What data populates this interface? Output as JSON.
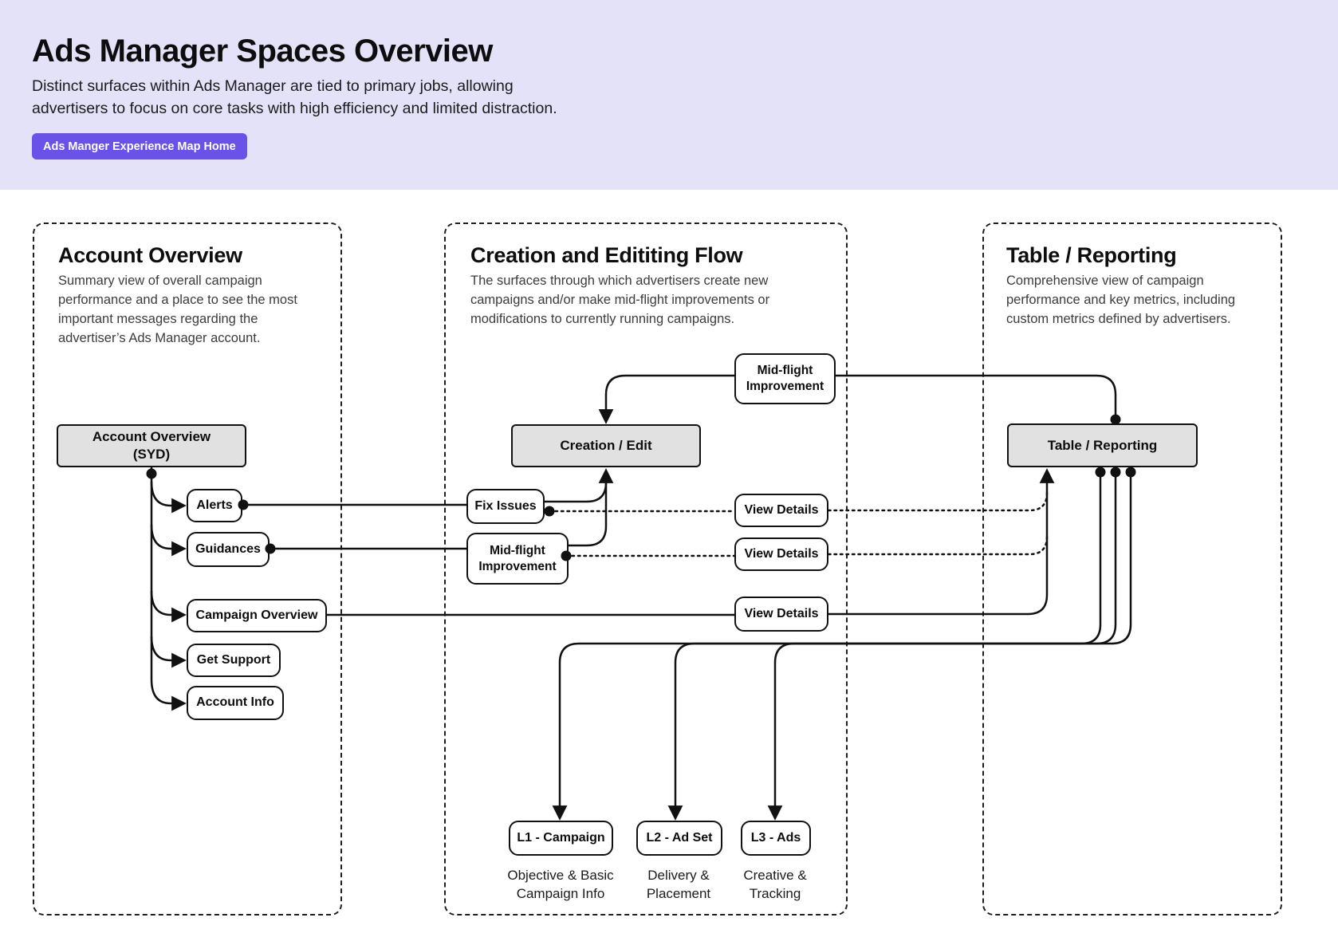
{
  "header": {
    "title": "Ads Manager Spaces Overview",
    "subtitle": "Distinct surfaces within Ads Manager are tied to primary jobs, allowing\nadvertisers to focus on core tasks with high efficiency and limited distraction.",
    "home_button": "Ads Manger Experience Map Home"
  },
  "panels": {
    "account": {
      "title": "Account Overview",
      "description": "Summary view of overall campaign\nperformance and a place to see the most\nimportant messages regarding the\nadvertiser’s Ads Manager account."
    },
    "creation": {
      "title": "Creation and Edititing Flow",
      "description": "The surfaces through which advertisers create new\ncampaigns and/or make mid-flight improvements or\nmodifications to currently running campaigns."
    },
    "reporting": {
      "title": "Table / Reporting",
      "description": "Comprehensive view of campaign\nperformance and key metrics, including\ncustom metrics defined by advertisers."
    }
  },
  "nodes": {
    "account_overview_syd": "Account Overview\n(SYD)",
    "alerts": "Alerts",
    "guidances": "Guidances",
    "campaign_overview": "Campaign Overview",
    "get_support": "Get Support",
    "account_info": "Account Info",
    "creation_edit": "Creation / Edit",
    "fix_issues": "Fix Issues",
    "mid_flight_improvement_top": "Mid-flight\nImprovement",
    "mid_flight_improvement_mid": "Mid-flight\nImprovement",
    "view_details_1": "View Details",
    "view_details_2": "View Details",
    "view_details_3": "View Details",
    "table_reporting": "Table / Reporting",
    "l1_campaign": "L1 - Campaign",
    "l2_ad_set": "L2 - Ad Set",
    "l3_ads": "L3 - Ads"
  },
  "captions": {
    "l1": "Objective & Basic\nCampaign Info",
    "l2": "Delivery &\nPlacement",
    "l3": "Creative &\nTracking"
  },
  "colors": {
    "header_background": "#e4e2f8",
    "button_purple": "#6a52e8",
    "node_gray_fill": "#e1e1e1",
    "line_black": "#111111"
  }
}
